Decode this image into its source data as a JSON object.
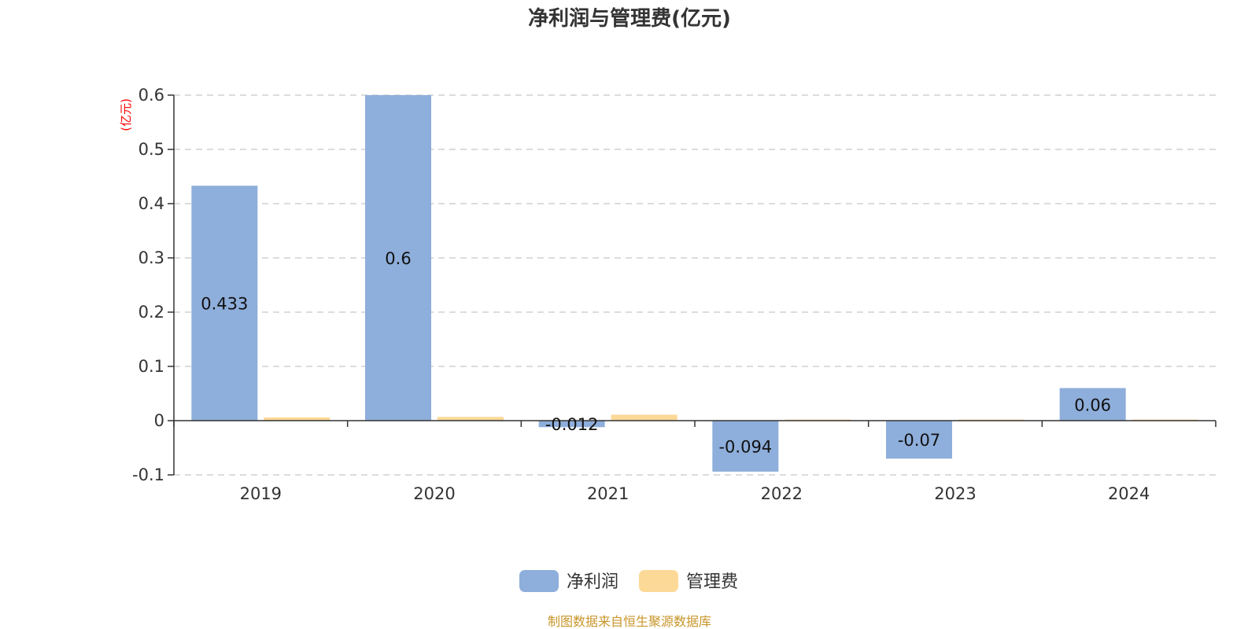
{
  "chart_data": {
    "type": "bar",
    "title": "净利润与管理费(亿元)",
    "ylabel": "(亿元)",
    "categories": [
      "2019",
      "2020",
      "2021",
      "2022",
      "2023",
      "2024"
    ],
    "series": [
      {
        "name": "净利润",
        "color": "#8eaedb",
        "values": [
          0.433,
          0.6,
          -0.012,
          -0.094,
          -0.07,
          0.06
        ],
        "labels": [
          "0.433",
          "0.6",
          "-0.012",
          "-0.094",
          "-0.07",
          "0.06"
        ]
      },
      {
        "name": "管理费",
        "color": "#fdd998",
        "values": [
          0.006,
          0.007,
          0.011,
          0.002,
          0.002,
          0.002
        ]
      }
    ],
    "ylim": [
      -0.1,
      0.6
    ],
    "yticks": [
      0.6,
      0.5,
      0.4,
      0.3,
      0.2,
      0.1,
      0,
      -0.1
    ],
    "ytick_labels": [
      "0.6",
      "0.5",
      "0.4",
      "0.3",
      "0.2",
      "0.1",
      "0",
      "-0.1"
    ],
    "grid": true,
    "legend_position": "bottom-center"
  },
  "footer": {
    "source": "制图数据来自恒生聚源数据库"
  }
}
